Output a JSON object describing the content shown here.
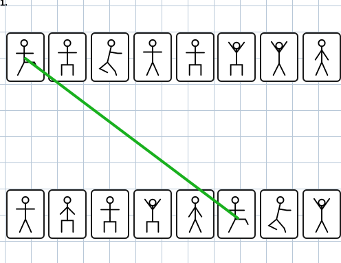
{
  "corner_mark": "1.",
  "colors": {
    "grid": "#b8c8d8",
    "card_border": "#1a1a1a",
    "figure": "#000000",
    "connector": "#19b01e"
  },
  "top_row": [
    {
      "pose": "kick-right-leg"
    },
    {
      "pose": "squat-arms-out"
    },
    {
      "pose": "kneel-arm-forward"
    },
    {
      "pose": "t-pose-stand"
    },
    {
      "pose": "squat-arms-out"
    },
    {
      "pose": "squat-arms-up"
    },
    {
      "pose": "stand-arms-up"
    },
    {
      "pose": "stand-arms-down"
    }
  ],
  "bottom_row": [
    {
      "pose": "t-pose-stand"
    },
    {
      "pose": "squat-arms-down"
    },
    {
      "pose": "squat-arms-out"
    },
    {
      "pose": "squat-arms-up"
    },
    {
      "pose": "stand-arms-down"
    },
    {
      "pose": "kick-right-leg"
    },
    {
      "pose": "kneel-arm-forward"
    },
    {
      "pose": "stand-arms-up"
    }
  ],
  "connection": {
    "from_row": "top",
    "from_index": 0,
    "to_row": "bottom",
    "to_index": 5
  }
}
